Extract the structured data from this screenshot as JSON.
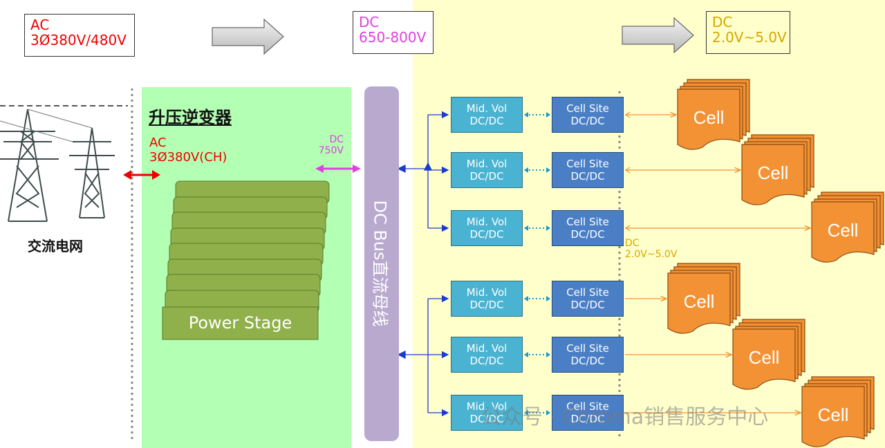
{
  "top_labels": {
    "ac_input": {
      "line1": "AC",
      "line2": "3Ø380V/480V"
    },
    "dc_bus": {
      "line1": "DC",
      "line2": "650-800V"
    },
    "dc_cell": {
      "line1": "DC",
      "line2": "2.0V~5.0V"
    }
  },
  "grid": {
    "label": "交流电网"
  },
  "inverter": {
    "title": "升压逆变器",
    "ac_line1": "AC",
    "ac_line2": "3Ø380V(CH)",
    "dc_line1": "DC",
    "dc_line2": "750V",
    "power_stage_label": "Power Stage"
  },
  "dc_bus_label": "DC Bus直流母线",
  "channels": [
    {
      "mid_line1": "Mid. Vol",
      "mid_line2": "DC/DC",
      "site_line1": "Cell Site",
      "site_line2": "DC/DC",
      "cell_label": "Cell"
    },
    {
      "mid_line1": "Mid. Vol",
      "mid_line2": "DC/DC",
      "site_line1": "Cell Site",
      "site_line2": "DC/DC",
      "cell_label": "Cell"
    },
    {
      "mid_line1": "Mid. Vol",
      "mid_line2": "DC/DC",
      "site_line1": "Cell Site",
      "site_line2": "DC/DC",
      "cell_label": "Cell"
    },
    {
      "mid_line1": "Mid. Vol",
      "mid_line2": "DC/DC",
      "site_line1": "Cell Site",
      "site_line2": "DC/DC",
      "cell_label": "Cell"
    },
    {
      "mid_line1": "Mid. Vol",
      "mid_line2": "DC/DC",
      "site_line1": "Cell Site",
      "site_line2": "DC/DC",
      "cell_label": "Cell"
    },
    {
      "mid_line1": "Mid. Vol",
      "mid_line2": "DC/DC",
      "site_line1": "Cell Site",
      "site_line2": "DC/DC",
      "cell_label": "Cell"
    }
  ],
  "cell_voltage": {
    "line1": "DC",
    "line2": "2.0V~5.0V"
  },
  "watermark": "公众号 · Chroma销售服务中心",
  "colors": {
    "ac": "#e00000",
    "dc_bus_label": "#e040e0",
    "dc_cell_label": "#d4a800",
    "cell_fill": "#f39234",
    "inverter_bg": "#b3ffb3",
    "cell_zone_bg": "#ffffcc",
    "mid_vol": "#4ab3d1",
    "cell_site": "#4a7fc6",
    "dc_bus": "#b9a9cf",
    "power_stage": "#8fb04a"
  }
}
